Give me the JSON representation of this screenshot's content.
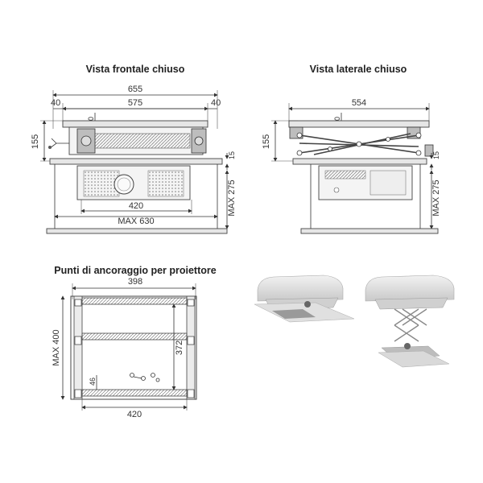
{
  "views": {
    "front": {
      "title": "Vista frontale chiuso",
      "dims": {
        "overall": "655",
        "left": "40",
        "mid": "575",
        "right": "40",
        "height": "155",
        "gap": "10",
        "plate": "15",
        "drop": "MAX 275",
        "inner": "420",
        "max_width": "MAX 630"
      }
    },
    "side": {
      "title": "Vista laterale chiuso",
      "dims": {
        "overall": "554",
        "height": "155",
        "gap": "10",
        "plate": "15",
        "drop": "MAX 275"
      }
    },
    "anchor": {
      "title": "Punti di ancoraggio per proiettore",
      "dims": {
        "top": "398",
        "height": "MAX 400",
        "inner": "372",
        "bottom": "420",
        "small": "46"
      }
    }
  },
  "icons": [
    "dimension-arrow-icon",
    "bracket-icon",
    "projector-lens-icon"
  ]
}
